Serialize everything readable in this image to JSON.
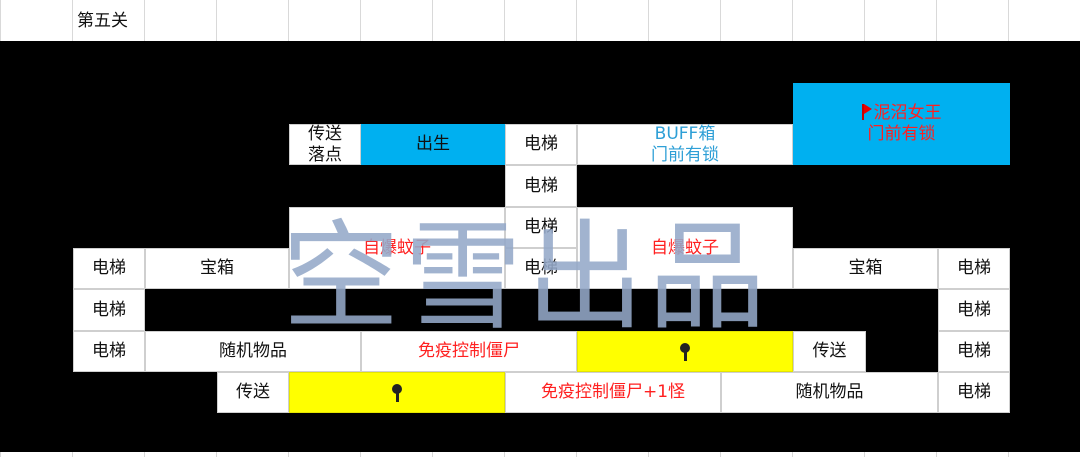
{
  "level_title": "第五关",
  "cells": {
    "c1": "传送\n落点",
    "c2": "出生",
    "c3": "电梯",
    "c4": "BUFF箱\n门前有锁",
    "c5": "泥沼女王\n门前有锁",
    "c6": "电梯",
    "c7": "电梯",
    "c8": "自爆蚊子",
    "c9": "自爆蚊子",
    "c10": "电梯",
    "c11": "宝箱",
    "c12": "电梯",
    "c13": "宝箱",
    "c14": "电梯",
    "c15": "电梯",
    "c16": "电梯",
    "c17": "电梯",
    "c18": "随机物品",
    "c19": "免疫控制僵尸",
    "c20": "传送",
    "c21": "电梯",
    "c22": "传送",
    "c23": "免疫控制僵尸+1怪",
    "c24": "随机物品",
    "c25": "电梯"
  },
  "watermark": "空雪出品",
  "icons": {
    "flag": "red-flag-icon",
    "key": "key-icon"
  },
  "colors": {
    "blue": "#00b0f0",
    "yellow": "#ffff00",
    "red_text": "#ff2020",
    "teal_text": "#2e9fd6"
  }
}
